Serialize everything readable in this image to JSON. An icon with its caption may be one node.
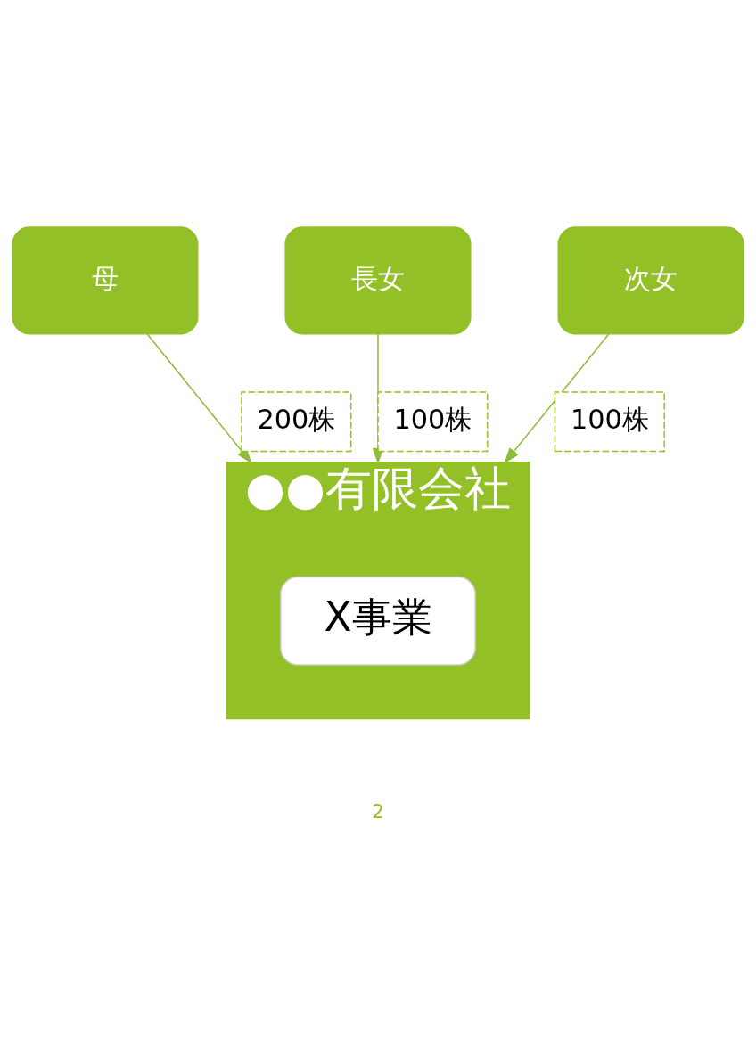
{
  "diagram": {
    "nodes": [
      {
        "text": [
          "母"
        ]
      },
      {
        "text": [
          "長女"
        ]
      },
      {
        "text": [
          "次女"
        ]
      },
      {
        "text": [
          "●●有限会社"
        ]
      },
      {
        "text": [
          "X事業"
        ],
        "in": 3
      }
    ],
    "edges": [
      {
        "from": 0,
        "to": 3,
        "arrow": "to",
        "label": "200株"
      },
      {
        "from": 1,
        "to": 3,
        "arrow": "to",
        "label": "100株"
      },
      {
        "from": 2,
        "to": 3,
        "arrow": "to",
        "label": "100株"
      }
    ],
    "labels": [
      "2"
    ]
  }
}
